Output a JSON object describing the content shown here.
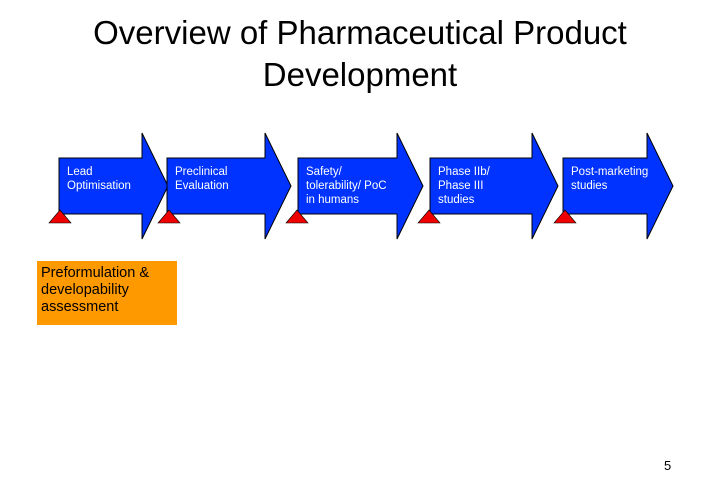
{
  "slide": {
    "title_lines": [
      "Overview of Pharmaceutical Product",
      "Development"
    ],
    "page_number": "5"
  },
  "stages": [
    {
      "label_lines": [
        "Lead",
        "Optimisation"
      ]
    },
    {
      "label_lines": [
        "Preclinical",
        "Evaluation"
      ]
    },
    {
      "label_lines": [
        "Safety/",
        "tolerability/ PoC",
        "in humans"
      ]
    },
    {
      "label_lines": [
        "Phase IIb/",
        "Phase III",
        "studies"
      ]
    },
    {
      "label_lines": [
        "Post-marketing",
        "studies"
      ]
    }
  ],
  "assessment_box": {
    "label_lines": [
      "Preformulation &",
      "developability",
      "assessment"
    ]
  },
  "colors": {
    "arrow_fill": "#0033ff",
    "milestone_marker": "#ee0000",
    "assessment_box": "#ff9900"
  }
}
